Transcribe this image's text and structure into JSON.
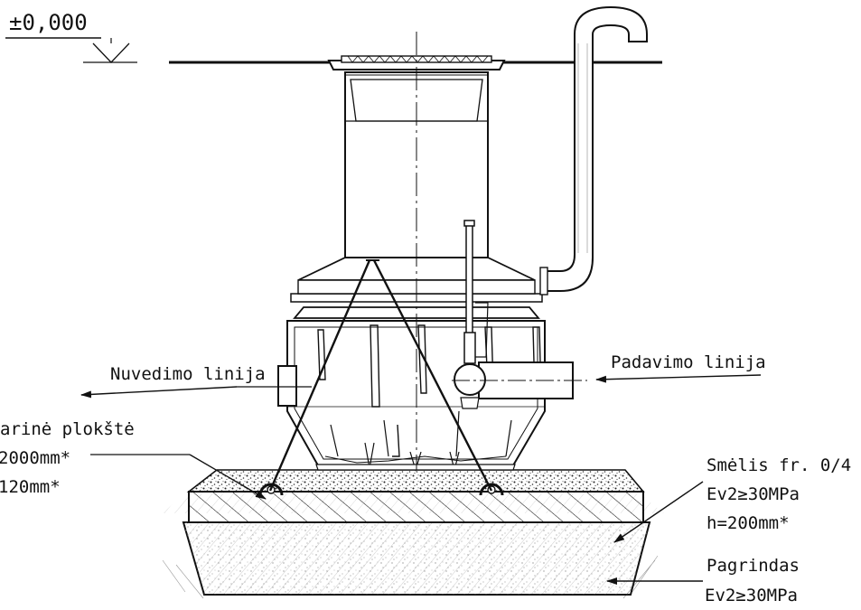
{
  "level_mark": "±0,000",
  "labels": {
    "outlet": "Nuvedimo linija",
    "inlet": "Padavimo linija",
    "plate_line1": "arinė plokštė",
    "plate_line2": "2000mm*",
    "plate_line3": "120mm*",
    "sand_line1": "Smėlis fr. 0/4",
    "sand_line2": "Ev2≥30MPa",
    "sand_line3": "h=200mm*",
    "base_line1": "Pagrindas",
    "base_line2": "Ev2≥30MPa"
  },
  "colors": {
    "ink": "#111111",
    "background": "#ffffff"
  }
}
